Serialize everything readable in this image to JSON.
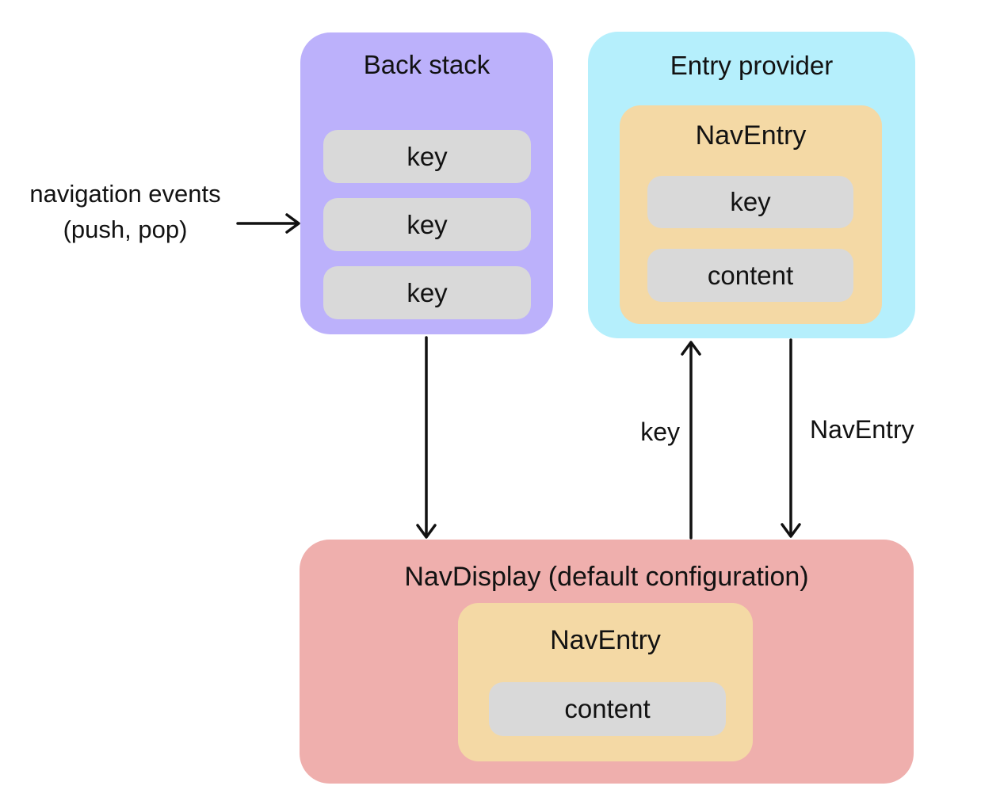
{
  "colors": {
    "purple": "#BCB1FB",
    "cyan": "#B5EFFC",
    "orange": "#F4D9A5",
    "pink": "#EFAFAD",
    "gray": "#D9D9D9",
    "text": "#121212",
    "arrow": "#111111",
    "background": "#FFFFFF"
  },
  "left_annotation": {
    "line1": "navigation events",
    "line2": "(push, pop)"
  },
  "back_stack": {
    "title": "Back stack",
    "keys": [
      "key",
      "key",
      "key"
    ]
  },
  "entry_provider": {
    "title": "Entry provider",
    "nav_entry": {
      "title": "NavEntry",
      "key_label": "key",
      "content_label": "content"
    }
  },
  "nav_display": {
    "title": "NavDisplay (default configuration)",
    "nav_entry": {
      "title": "NavEntry",
      "content_label": "content"
    }
  },
  "arrows": {
    "key_label": "key",
    "nav_entry_label": "NavEntry"
  }
}
